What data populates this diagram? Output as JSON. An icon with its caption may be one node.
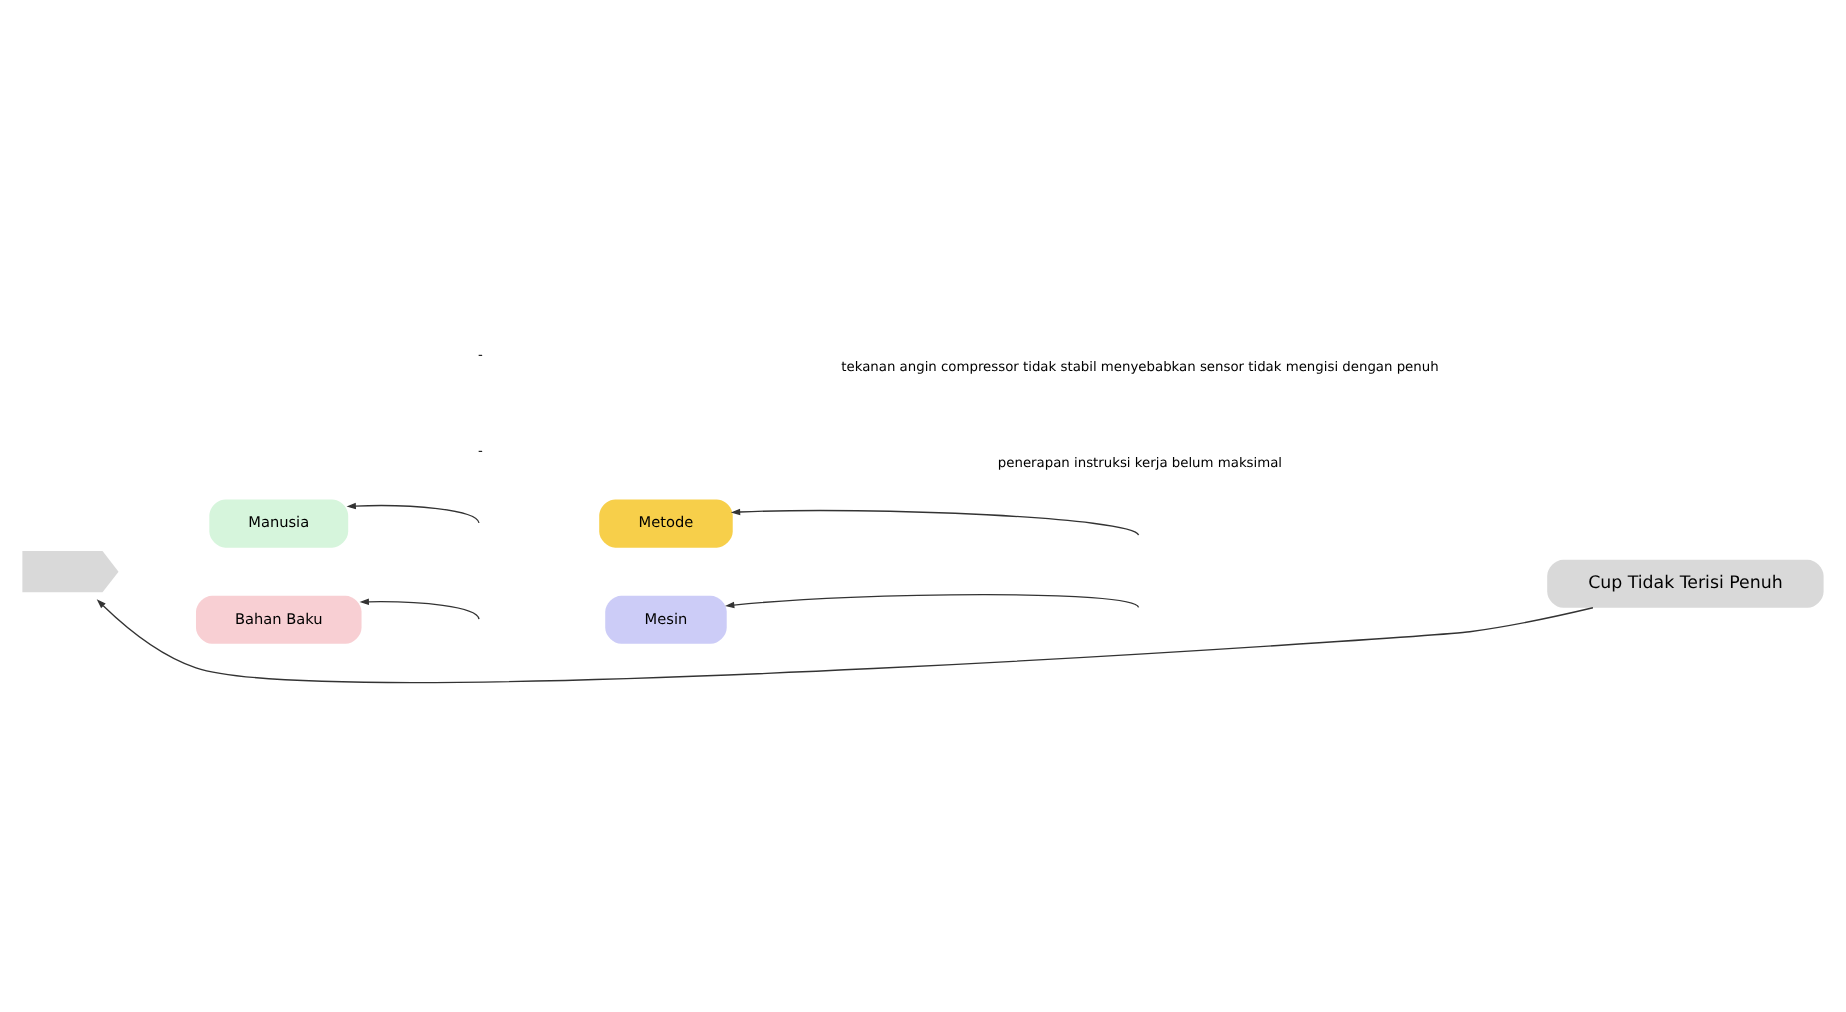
{
  "diagram": {
    "nodes": [
      {
        "text": [
          "Manusia"
        ]
      },
      {
        "text": [
          "Metode"
        ]
      },
      {
        "text": [],
        "shape": "chevron"
      },
      {
        "text": [
          "Cup Tidak Terisi Penuh"
        ]
      },
      {
        "text": [
          "Bahan Baku"
        ]
      },
      {
        "text": [
          "Mesin"
        ]
      }
    ],
    "edges": [
      {
        "from": 3,
        "to": 2,
        "arrow": "to"
      },
      {
        "from": null,
        "to": 0,
        "arrow": "to"
      },
      {
        "from": null,
        "to": 1,
        "arrow": "to"
      },
      {
        "from": null,
        "to": 4,
        "arrow": "to"
      },
      {
        "from": null,
        "to": 5,
        "arrow": "to"
      }
    ],
    "labels": [
      "-",
      "penerapan instruksi kerja belum maksimal",
      "-",
      "tekanan angin compressor tidak stabil menyebabkan sensor tidak mengisi dengan penuh"
    ]
  }
}
